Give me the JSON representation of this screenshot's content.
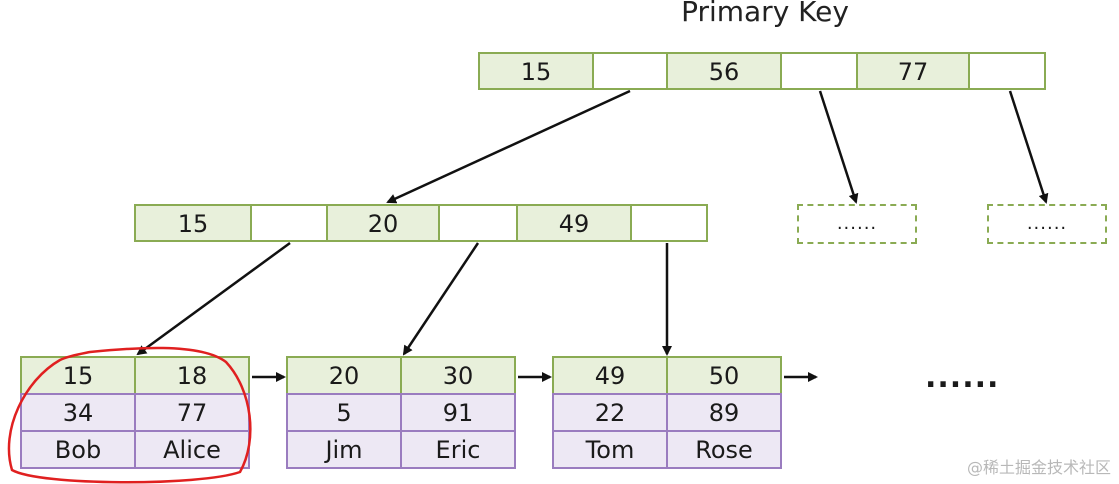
{
  "title": "Primary Key",
  "root": {
    "keys": [
      "15",
      "56",
      "77"
    ]
  },
  "internal": {
    "keys": [
      "15",
      "20",
      "49"
    ]
  },
  "placeholders": [
    "......",
    "......"
  ],
  "leaves": [
    {
      "keys": [
        "15",
        "18"
      ],
      "values": [
        "34",
        "77"
      ],
      "names": [
        "Bob",
        "Alice"
      ]
    },
    {
      "keys": [
        "20",
        "30"
      ],
      "values": [
        "5",
        "91"
      ],
      "names": [
        "Jim",
        "Eric"
      ]
    },
    {
      "keys": [
        "49",
        "50"
      ],
      "values": [
        "22",
        "89"
      ],
      "names": [
        "Tom",
        "Rose"
      ]
    }
  ],
  "leaf_ellipsis": "......",
  "watermark": "@稀土掘金技术社区",
  "colors": {
    "key_fill": "#e8f0db",
    "key_border": "#8aab53",
    "value_fill": "#ede8f4",
    "value_border": "#9a7cbf",
    "highlight": "#e02020"
  }
}
